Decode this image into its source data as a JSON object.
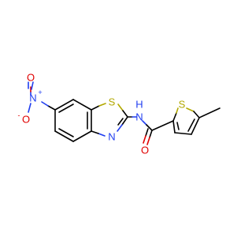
{
  "molecule": {
    "atoms": {
      "O_minus": {
        "symbol": "O",
        "charge": "-",
        "color": "#e00000"
      },
      "N_nitro": {
        "symbol": "N",
        "charge": "+",
        "color": "#1f3df0"
      },
      "O_nitro": {
        "symbol": "O",
        "color": "#e00000"
      },
      "S_thiazole": {
        "symbol": "S",
        "color": "#b2a800"
      },
      "N_thiazole": {
        "symbol": "N",
        "color": "#1f3df0"
      },
      "N_amide": {
        "symbol": "N",
        "color": "#1f3df0"
      },
      "H_amide": {
        "symbol": "H",
        "color": "#1f3df0"
      },
      "O_carbonyl": {
        "symbol": "O",
        "color": "#e00000"
      },
      "S_thiophene": {
        "symbol": "S",
        "color": "#b2a800"
      }
    }
  }
}
